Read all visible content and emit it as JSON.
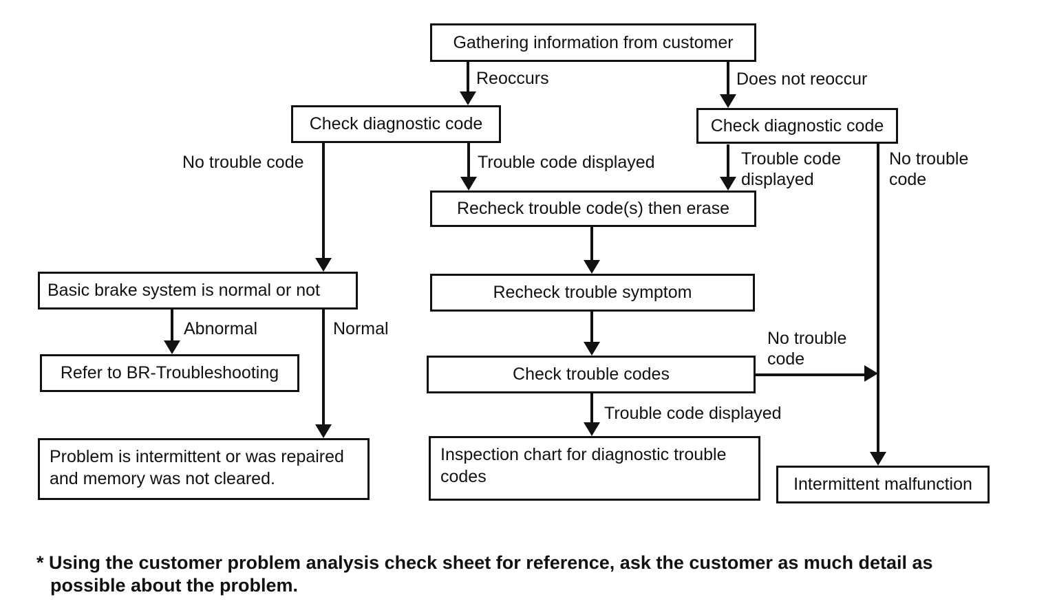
{
  "colors": {
    "ink": "#111111",
    "paper": "#ffffff"
  },
  "diagram": {
    "type": "flowchart",
    "nodes": {
      "gathering": "Gathering information from customer",
      "check_diag_left": "Check diagnostic code",
      "check_diag_right": "Check diagnostic code",
      "recheck_erase": "Recheck trouble code(s) then erase",
      "recheck_symptom": "Recheck trouble symptom",
      "check_codes": "Check trouble codes",
      "inspection_chart": "Inspection chart for diagnostic trouble codes",
      "basic_brake": "Basic brake system is normal or not",
      "refer_br": "Refer to BR-Troubleshooting",
      "problem_intermittent": "Problem is intermittent or was repaired and memory was not cleared.",
      "intermittent_malfunction": "Intermittent malfunction"
    },
    "edges": [
      {
        "from": "gathering",
        "to": "check_diag_left",
        "label": "Reoccurs"
      },
      {
        "from": "gathering",
        "to": "check_diag_right",
        "label": "Does not reoccur"
      },
      {
        "from": "check_diag_left",
        "to": "basic_brake",
        "label": "No trouble code"
      },
      {
        "from": "check_diag_left",
        "to": "recheck_erase",
        "label": "Trouble code displayed"
      },
      {
        "from": "check_diag_right",
        "to": "recheck_erase",
        "label": "Trouble code displayed"
      },
      {
        "from": "check_diag_right",
        "to": "intermittent_malfunction",
        "label": "No trouble code"
      },
      {
        "from": "recheck_erase",
        "to": "recheck_symptom",
        "label": ""
      },
      {
        "from": "recheck_symptom",
        "to": "check_codes",
        "label": ""
      },
      {
        "from": "check_codes",
        "to": "intermittent_malfunction",
        "label": "No trouble code"
      },
      {
        "from": "check_codes",
        "to": "inspection_chart",
        "label": "Trouble code displayed"
      },
      {
        "from": "basic_brake",
        "to": "refer_br",
        "label": "Abnormal"
      },
      {
        "from": "basic_brake",
        "to": "problem_intermittent",
        "label": "Normal"
      }
    ],
    "footnote": "* Using the customer problem analysis check sheet for reference, ask the customer as much detail as possible about the problem."
  }
}
